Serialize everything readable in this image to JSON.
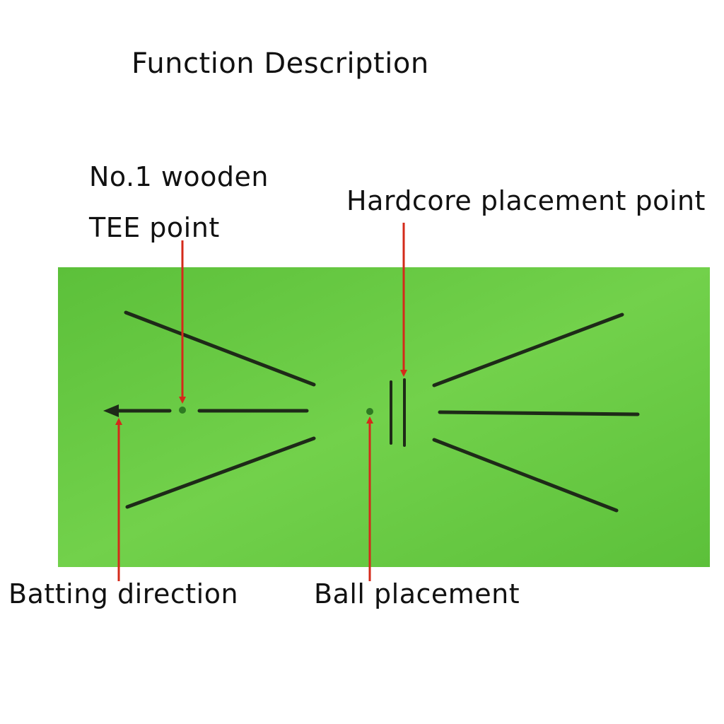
{
  "title": "Function Description",
  "labels": {
    "tee_line1": "No.1 wooden",
    "tee_line2": "TEE point",
    "hardcore": "Hardcore placement point",
    "batting": "Batting direction",
    "ball": "Ball placement"
  },
  "colors": {
    "mat": "#5cc03a",
    "mat_light": "#72d14b",
    "guide_lines": "#1e2a18",
    "arrows": "#d42a1a",
    "dot": "#2e7a22"
  }
}
